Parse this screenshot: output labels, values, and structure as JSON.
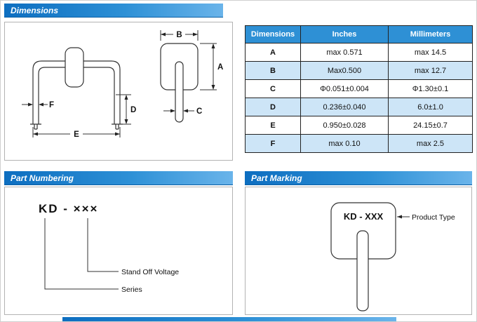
{
  "sections": {
    "dimensions": "Dimensions",
    "part_numbering": "Part Numbering",
    "part_marking": "Part Marking"
  },
  "colors": {
    "header_bar_blue": "#1f7fcb",
    "table_header_bg": "#2e90d5",
    "row_alt_bg": "#cde5f7"
  },
  "dimension_table": {
    "headers": [
      "Dimensions",
      "Inches",
      "Millimeters"
    ],
    "rows": [
      [
        "A",
        "max 0.571",
        "max 14.5"
      ],
      [
        "B",
        "Max0.500",
        "max 12.7"
      ],
      [
        "C",
        "Φ0.051±0.004",
        "Φ1.30±0.1"
      ],
      [
        "D",
        "0.236±0.040",
        "6.0±1.0"
      ],
      [
        "E",
        "0.950±0.028",
        "24.15±0.7"
      ],
      [
        "F",
        "max 0.10",
        "max 2.5"
      ]
    ]
  },
  "drawing": {
    "front_labels": {
      "F": "F",
      "D": "D",
      "E": "E"
    },
    "side_labels": {
      "B": "B",
      "A": "A",
      "C": "C"
    }
  },
  "part_numbering": {
    "code": "KD - ×××",
    "stand_off_label": "Stand Off Voltage",
    "series_label": "Series"
  },
  "part_marking": {
    "code": "KD - XXX",
    "product_type_label": "Product Type"
  }
}
